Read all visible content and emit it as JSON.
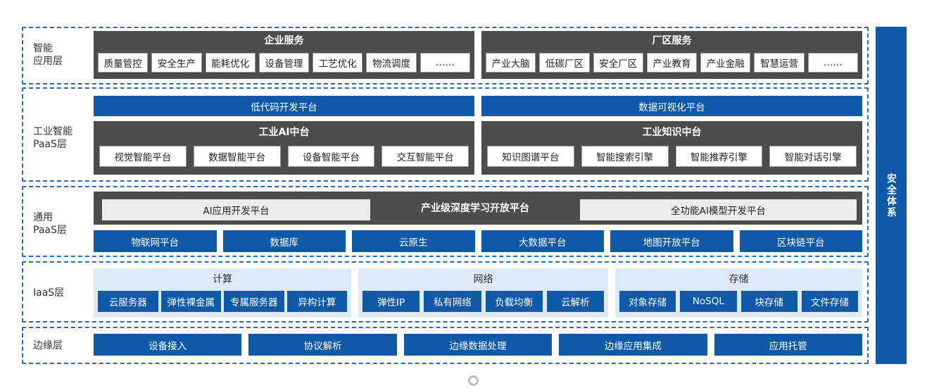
{
  "layers": {
    "app": {
      "label": "智能\n应用层",
      "enterprise": {
        "title": "企业服务",
        "items": [
          "质量管控",
          "安全生产",
          "能耗优化",
          "设备管理",
          "工艺优化",
          "物流调度",
          "……"
        ]
      },
      "park": {
        "title": "厂区服务",
        "items": [
          "产业大脑",
          "低碳厂区",
          "安全厂区",
          "产业教育",
          "产业金融",
          "智慧运营",
          "……"
        ]
      }
    },
    "industrial_paas": {
      "label": "工业智能\nPaaS层",
      "lowcode": "低代码开发平台",
      "dataviz": "数据可视化平台",
      "ai_center": {
        "title": "工业AI中台",
        "items": [
          "视觉智能平台",
          "数据智能平台",
          "设备智能平台",
          "交互智能平台"
        ]
      },
      "knowledge_center": {
        "title": "工业知识中台",
        "items": [
          "知识图谱平台",
          "智能搜索引擎",
          "智能推荐引擎",
          "智能对话引擎"
        ]
      }
    },
    "general_paas": {
      "label": "通用\nPaaS层",
      "dl_platform": {
        "left": "AI应用开发平台",
        "title": "产业级深度学习开放平台",
        "right": "全功能AI模型开发平台"
      },
      "items": [
        "物联网平台",
        "数据库",
        "云原生",
        "大数据平台",
        "地图开放平台",
        "区块链平台"
      ]
    },
    "iaas": {
      "label": "IaaS层",
      "compute": {
        "title": "计算",
        "items": [
          "云服务器",
          "弹性裸金属",
          "专属服务器",
          "异构计算"
        ]
      },
      "network": {
        "title": "网络",
        "items": [
          "弹性IP",
          "私有网络",
          "负载均衡",
          "云解析"
        ]
      },
      "storage": {
        "title": "存储",
        "items": [
          "对象存储",
          "NoSQL",
          "块存储",
          "文件存储"
        ]
      }
    },
    "edge": {
      "label": "边缘层",
      "items": [
        "设备接入",
        "协议解析",
        "边缘数据处理",
        "边缘应用集成",
        "应用托管"
      ]
    }
  },
  "security": "安全体系",
  "colors": {
    "blue": "#0e5aa8",
    "dark": "#4d4d4d",
    "pale": "#dde9f7",
    "dash": "#2b6cb7"
  }
}
